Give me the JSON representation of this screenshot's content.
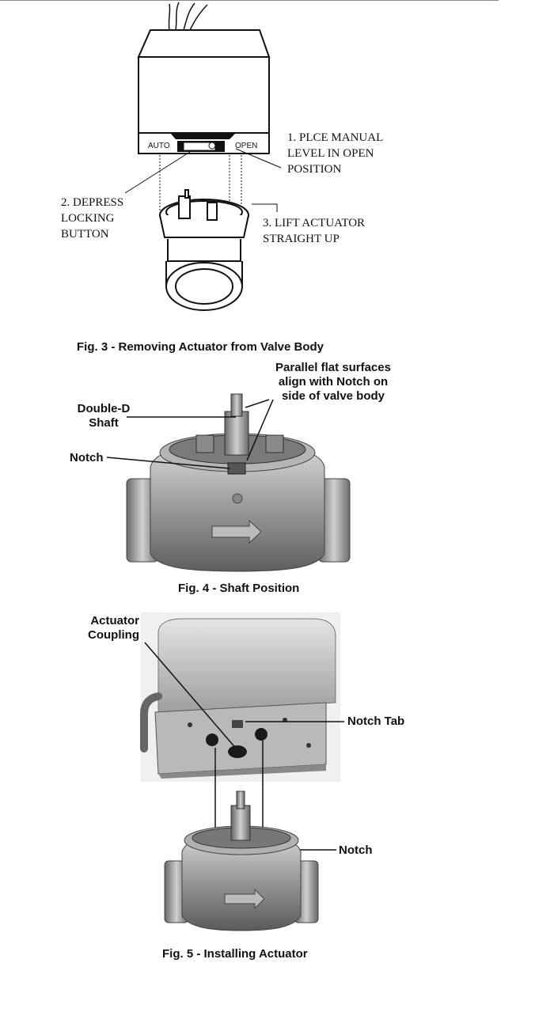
{
  "fig3": {
    "auto_label": "AUTO",
    "open_label": "OPEN",
    "step1": [
      "1. PLCE MANUAL",
      "LEVEL IN OPEN",
      "POSITION"
    ],
    "step2": [
      "2. DEPRESS",
      "LOCKING",
      "BUTTON"
    ],
    "step3": [
      "3. LIFT ACTUATOR",
      "STRAIGHT UP"
    ],
    "caption": "Fig. 3 - Removing Actuator from Valve Body"
  },
  "fig4": {
    "callout_top": [
      "Parallel flat surfaces",
      "align with Notch on",
      "side of valve body"
    ],
    "shaft_label": [
      "Double-D",
      "Shaft"
    ],
    "notch_label": "Notch",
    "caption": "Fig. 4 - Shaft Position"
  },
  "fig5": {
    "coupling_label": [
      "Actuator",
      "Coupling"
    ],
    "notch_tab_label": "Notch Tab",
    "notch_label": "Notch",
    "caption": "Fig. 5 - Installing Actuator"
  }
}
